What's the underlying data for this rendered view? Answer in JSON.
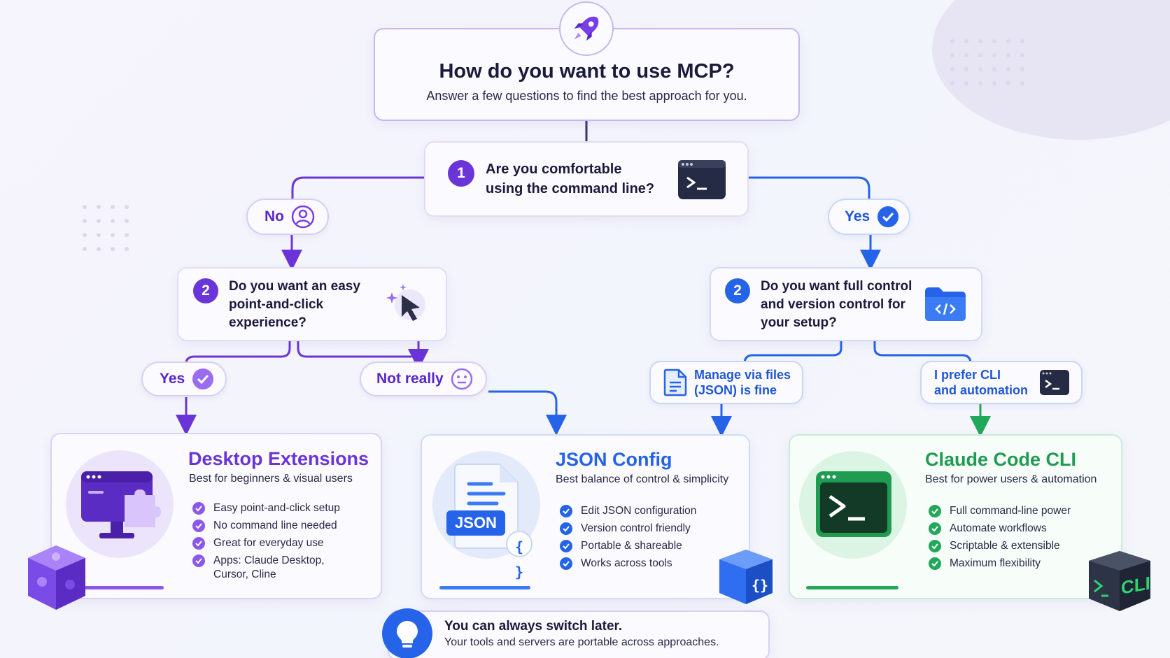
{
  "header": {
    "title": "How do you want to use MCP?",
    "subtitle": "Answer a few questions to find the best approach for you."
  },
  "question1": {
    "number": "1",
    "text": "Are you comfortable\nusing the command line?"
  },
  "branch_left": {
    "label": "No"
  },
  "branch_right": {
    "label": "Yes"
  },
  "question2_left": {
    "number": "2",
    "text": "Do you want an easy\npoint-and-click\nexperience?"
  },
  "question2_right": {
    "number": "2",
    "text": "Do you want full control\nand version control for\nyour setup?"
  },
  "answers": {
    "yes": "Yes",
    "not_really": "Not really",
    "manage_files": "Manage via files\n(JSON) is fine",
    "prefer_cli": "I prefer CLI\nand automation"
  },
  "results": [
    {
      "title": "Desktop Extensions",
      "subtitle": "Best for beginners & visual users",
      "features": [
        "Easy point-and-click setup",
        "No command line needed",
        "Great for everyday use",
        "Apps: Claude Desktop,\nCursor, Cline"
      ]
    },
    {
      "title": "JSON Config",
      "subtitle": "Best balance of control & simplicity",
      "badge": "JSON",
      "features": [
        "Edit JSON configuration",
        "Version control friendly",
        "Portable & shareable",
        "Works across tools"
      ]
    },
    {
      "title": "Claude Code CLI",
      "subtitle": "Best for power users & automation",
      "badge": "CLI",
      "features": [
        "Full command-line power",
        "Automate workflows",
        "Scriptable & extensible",
        "Maximum flexibility"
      ]
    }
  ],
  "footer": {
    "title": "You can always switch later.",
    "text": "Your tools and servers are portable across approaches."
  },
  "colors": {
    "purple": "#6a35d8",
    "blue": "#2563e8",
    "green": "#22a85a",
    "dark": "#1b1a3a"
  },
  "icons": [
    "rocket-icon",
    "terminal-icon",
    "user-icon",
    "check-icon",
    "cursor-sparkle-icon",
    "code-folder-icon",
    "neutral-face-icon",
    "document-icon",
    "monitor-puzzle-icon",
    "json-file-icon",
    "terminal-window-icon",
    "lightbulb-icon",
    "puzzle-cube-icon",
    "braces-cube-icon",
    "cli-cube-icon"
  ]
}
